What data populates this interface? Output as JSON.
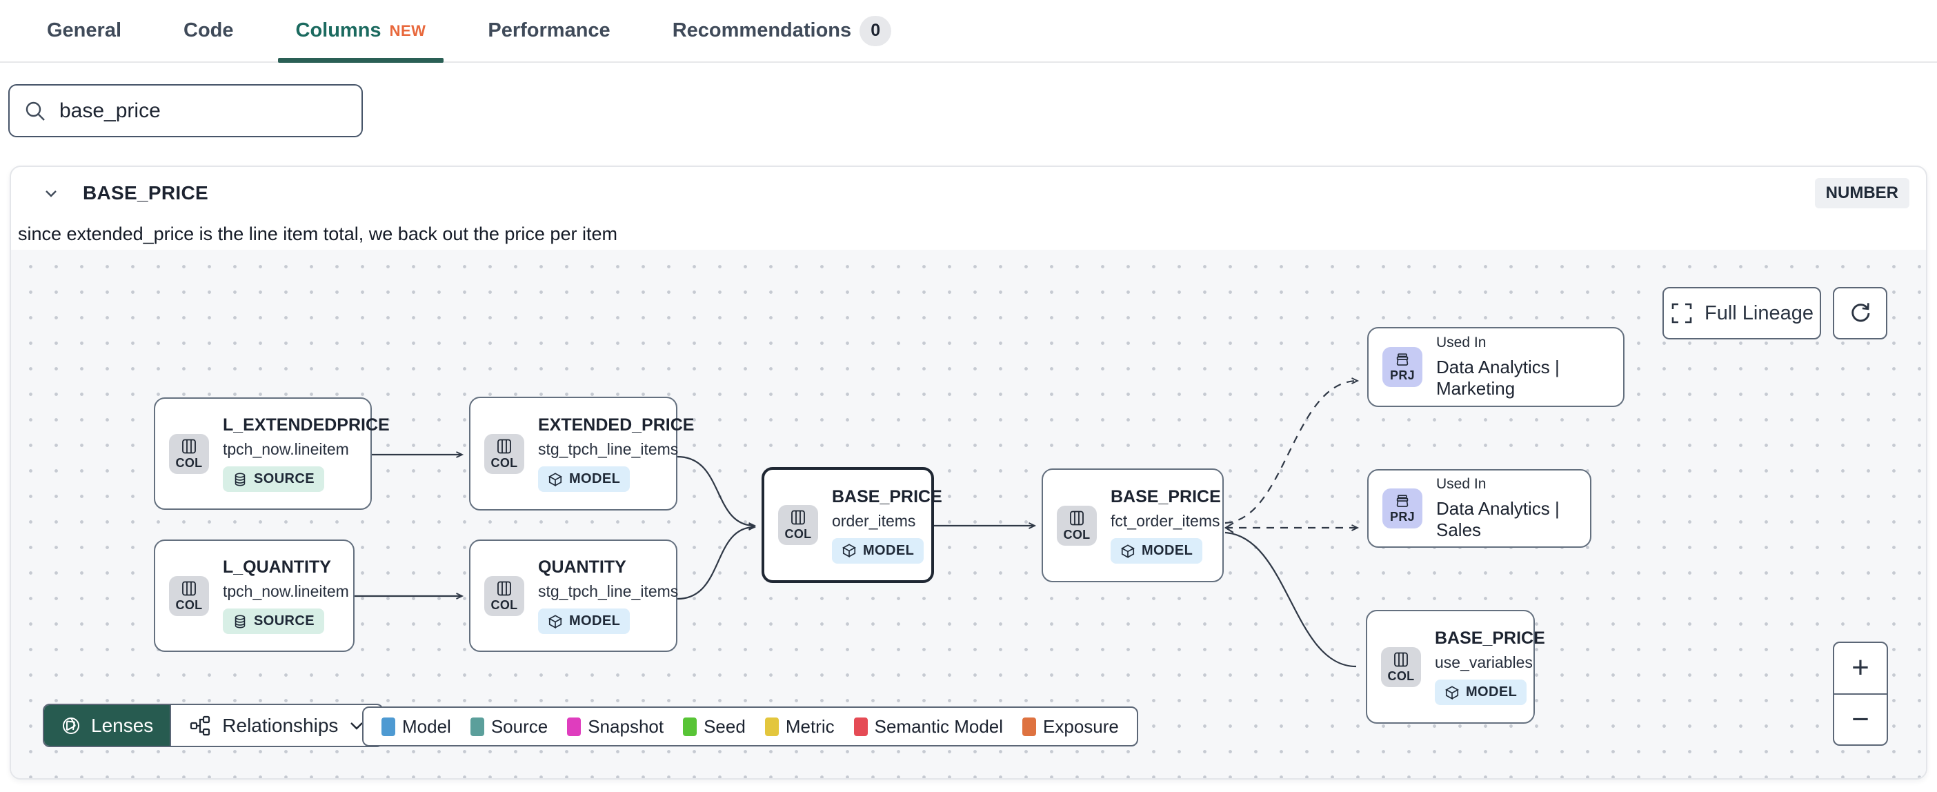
{
  "tabs": {
    "items": [
      {
        "label": "General"
      },
      {
        "label": "Code"
      },
      {
        "label": "Columns",
        "badge": "NEW"
      },
      {
        "label": "Performance"
      },
      {
        "label": "Recommendations",
        "count": "0"
      }
    ]
  },
  "search": {
    "value": "base_price"
  },
  "column_panel": {
    "name": "BASE_PRICE",
    "type": "NUMBER",
    "description": "since extended_price is the line item total, we back out the price per item"
  },
  "lineage": {
    "controls": {
      "full_lineage": "Full Lineage",
      "zoom_in": "+",
      "zoom_out": "−"
    },
    "toolbar": {
      "lenses": "Lenses",
      "relationships": "Relationships"
    },
    "nodes": [
      {
        "icon": "COL",
        "title": "L_EXTENDEDPRICE",
        "subtitle": "tpch_now.lineitem",
        "badge": "SOURCE"
      },
      {
        "icon": "COL",
        "title": "L_QUANTITY",
        "subtitle": "tpch_now.lineitem",
        "badge": "SOURCE"
      },
      {
        "icon": "COL",
        "title": "EXTENDED_PRICE",
        "subtitle": "stg_tpch_line_items",
        "badge": "MODEL"
      },
      {
        "icon": "COL",
        "title": "QUANTITY",
        "subtitle": "stg_tpch_line_items",
        "badge": "MODEL"
      },
      {
        "icon": "COL",
        "title": "BASE_PRICE",
        "subtitle": "order_items",
        "badge": "MODEL"
      },
      {
        "icon": "COL",
        "title": "BASE_PRICE",
        "subtitle": "fct_order_items",
        "badge": "MODEL"
      },
      {
        "icon": "PRJ",
        "eyebrow": "Used In",
        "title": "Data Analytics | Marketing"
      },
      {
        "icon": "PRJ",
        "eyebrow": "Used In",
        "title": "Data Analytics | Sales"
      },
      {
        "icon": "COL",
        "title": "BASE_PRICE",
        "subtitle": "use_variables",
        "badge": "MODEL"
      }
    ],
    "legend": [
      {
        "label": "Model",
        "color": "#4e9ad2"
      },
      {
        "label": "Source",
        "color": "#5b9f9b"
      },
      {
        "label": "Snapshot",
        "color": "#df3dbe"
      },
      {
        "label": "Seed",
        "color": "#58c436"
      },
      {
        "label": "Metric",
        "color": "#e3c63d"
      },
      {
        "label": "Semantic Model",
        "color": "#e54b55"
      },
      {
        "label": "Exposure",
        "color": "#de7240"
      }
    ]
  }
}
